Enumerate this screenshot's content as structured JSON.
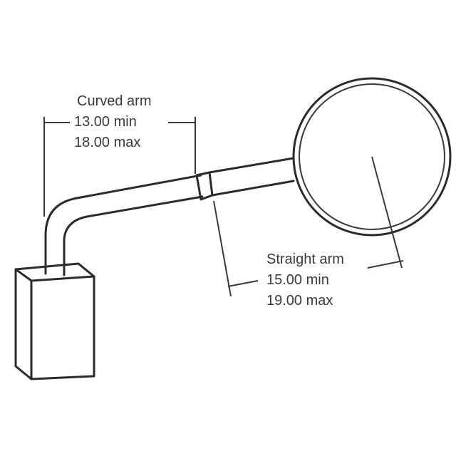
{
  "curved_arm": {
    "label": "Curved arm",
    "min": "13.00 min",
    "max": "18.00 max"
  },
  "straight_arm": {
    "label": "Straight arm",
    "min": "15.00 min",
    "max": "19.00 max"
  },
  "colors": {
    "line": "#2b2b2b",
    "text": "#3a3a3a",
    "background": "#ffffff"
  }
}
